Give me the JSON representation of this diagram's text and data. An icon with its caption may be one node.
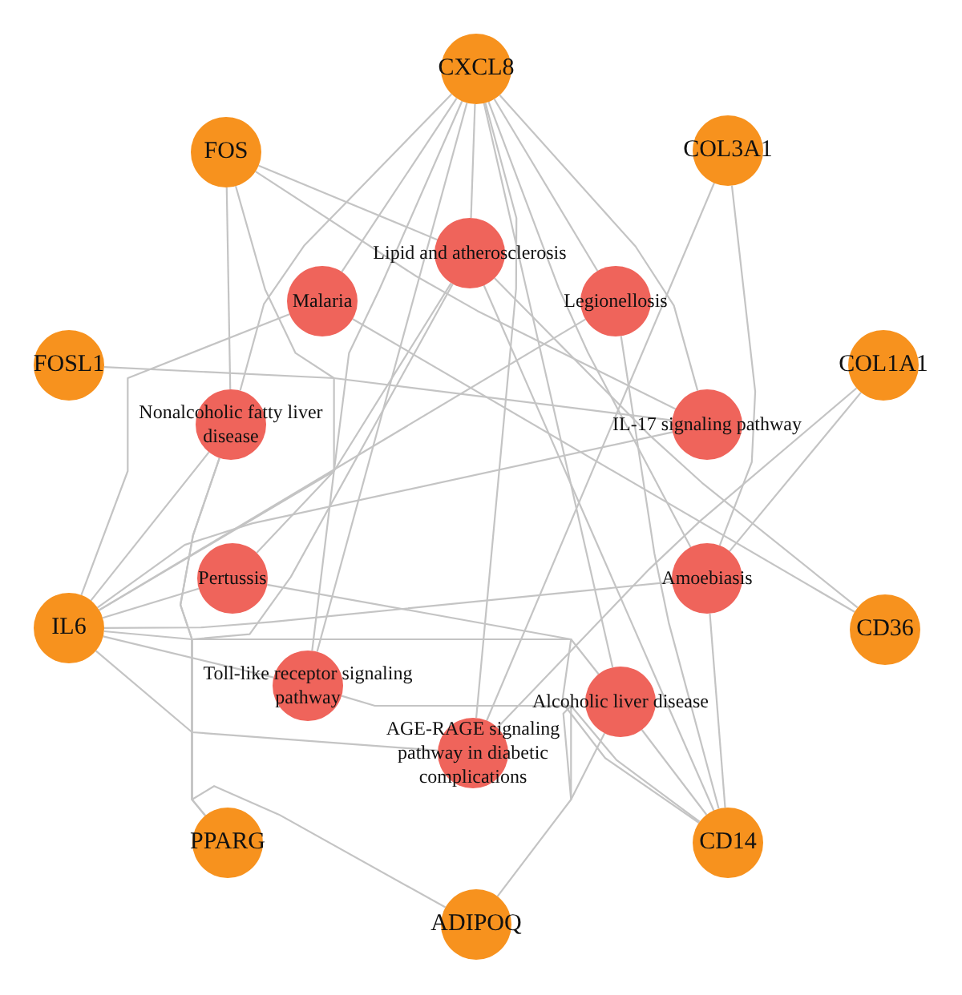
{
  "diagram": {
    "nodes": [
      {
        "text": [
          "CXCL8"
        ]
      },
      {
        "text": [
          "FOS"
        ]
      },
      {
        "text": [
          "COL3A1"
        ]
      },
      {
        "text": [
          "Lipid and atherosclerosis"
        ]
      },
      {
        "text": [
          "Malaria"
        ]
      },
      {
        "text": [
          "Legionellosis"
        ]
      },
      {
        "text": [
          "FOSL1"
        ]
      },
      {
        "text": [
          "COL1A1"
        ]
      },
      {
        "text": [
          "Nonalcoholic fatty liver disease"
        ]
      },
      {
        "text": [
          "IL-17 signaling pathway"
        ]
      },
      {
        "text": [
          "Pertussis"
        ]
      },
      {
        "text": [
          "Amoebiasis"
        ]
      },
      {
        "text": [
          "IL6"
        ]
      },
      {
        "text": [
          "CD36"
        ]
      },
      {
        "text": [
          "Toll-like receptor signaling pathway"
        ]
      },
      {
        "text": [
          "Alcoholic liver disease"
        ]
      },
      {
        "text": [
          "AGE-RAGE signaling pathway in diabetic complications"
        ]
      },
      {
        "text": [
          "PPARG"
        ]
      },
      {
        "text": [
          "CD14"
        ]
      },
      {
        "text": [
          "ADIPOQ"
        ]
      }
    ],
    "edges": [
      {
        "from": 0,
        "to": 3,
        "arrow": "none"
      },
      {
        "from": 0,
        "to": 4,
        "arrow": "none"
      },
      {
        "from": 0,
        "to": 5,
        "arrow": "none"
      },
      {
        "from": 0,
        "to": 8,
        "arrow": "none"
      },
      {
        "from": 0,
        "to": 9,
        "arrow": "none"
      },
      {
        "from": 0,
        "to": 10,
        "arrow": "none"
      },
      {
        "from": 0,
        "to": 11,
        "arrow": "none"
      },
      {
        "from": 0,
        "to": 14,
        "arrow": "none"
      },
      {
        "from": 0,
        "to": 15,
        "arrow": "none"
      },
      {
        "from": 0,
        "to": 16,
        "arrow": "none"
      },
      {
        "from": 1,
        "to": 3,
        "arrow": "none"
      },
      {
        "from": 1,
        "to": 8,
        "arrow": "none"
      },
      {
        "from": 1,
        "to": 9,
        "arrow": "none"
      },
      {
        "from": 1,
        "to": 14,
        "arrow": "none"
      },
      {
        "from": 2,
        "to": 11,
        "arrow": "none"
      },
      {
        "from": 2,
        "to": 16,
        "arrow": "none"
      },
      {
        "from": 6,
        "to": 9,
        "arrow": "none"
      },
      {
        "from": 7,
        "to": 11,
        "arrow": "none"
      },
      {
        "from": 7,
        "to": 16,
        "arrow": "none"
      },
      {
        "from": 12,
        "to": 3,
        "arrow": "none"
      },
      {
        "from": 12,
        "to": 4,
        "arrow": "none"
      },
      {
        "from": 12,
        "to": 5,
        "arrow": "none"
      },
      {
        "from": 12,
        "to": 8,
        "arrow": "none"
      },
      {
        "from": 12,
        "to": 9,
        "arrow": "none"
      },
      {
        "from": 12,
        "to": 10,
        "arrow": "none"
      },
      {
        "from": 12,
        "to": 11,
        "arrow": "none"
      },
      {
        "from": 12,
        "to": 14,
        "arrow": "none"
      },
      {
        "from": 12,
        "to": 15,
        "arrow": "none"
      },
      {
        "from": 12,
        "to": 16,
        "arrow": "none"
      },
      {
        "from": 13,
        "to": 3,
        "arrow": "none"
      },
      {
        "from": 13,
        "to": 4,
        "arrow": "none"
      },
      {
        "from": 17,
        "to": 3,
        "arrow": "none"
      },
      {
        "from": 17,
        "to": 8,
        "arrow": "none"
      },
      {
        "from": 18,
        "to": 3,
        "arrow": "none"
      },
      {
        "from": 18,
        "to": 5,
        "arrow": "none"
      },
      {
        "from": 18,
        "to": 10,
        "arrow": "none"
      },
      {
        "from": 18,
        "to": 11,
        "arrow": "none"
      },
      {
        "from": 18,
        "to": 14,
        "arrow": "none"
      },
      {
        "from": 18,
        "to": 15,
        "arrow": "none"
      },
      {
        "from": 19,
        "to": 8,
        "arrow": "none"
      },
      {
        "from": 19,
        "to": 15,
        "arrow": "none"
      }
    ]
  }
}
